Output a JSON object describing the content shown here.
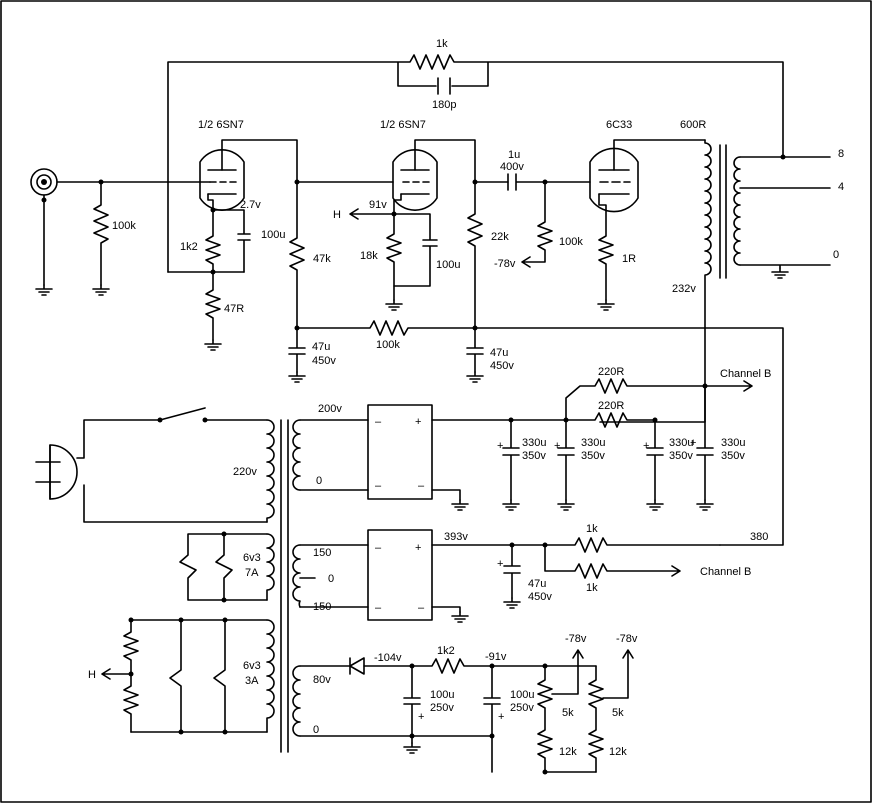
{
  "labels": {
    "fb_r": "1k",
    "fb_c": "180p",
    "v1": "1/2 6SN7",
    "v2": "1/2 6SN7",
    "v3": "6C33",
    "xfmr": "600R",
    "tap8": "8",
    "tap4": "4",
    "tap0": "0",
    "rin": "100k",
    "v27": "2.7v",
    "r1k2": "1k2",
    "c100u_a": "100u",
    "r47r": "47R",
    "r47k": "47k",
    "v91": "91v",
    "h_out": "H",
    "r18k": "18k",
    "c100u_b": "100u",
    "c1u": "1u",
    "c1u_v": "400v",
    "r22k": "22k",
    "r100k_g": "100k",
    "bias": "-78v",
    "r1r": "1R",
    "v232": "232v",
    "c47u_a": "47u",
    "c47u_a_v": "450v",
    "r100k_dec": "100k",
    "c47u_b": "47u",
    "c47u_b_v": "450v",
    "r220_a": "220R",
    "r220_b": "220R",
    "chan_b1": "Channel B",
    "v200": "200v",
    "v220": "220v",
    "sec0": "0",
    "minus": "–",
    "plus": "+",
    "c330_1": "330u",
    "c330_1v": "350v",
    "c330_2": "330u",
    "c330_2v": "350v",
    "c330_3": "330u",
    "c330_3v": "350v",
    "c330_4": "330u",
    "c330_4v": "350v",
    "v150a": "150",
    "v0mid": "0",
    "v150b": "150",
    "v393": "393v",
    "c47u_c": "47u",
    "c47u_c_v": "450v",
    "r1k_a": "1k",
    "r1k_b": "1k",
    "v380": "380",
    "chan_b2": "Channel B",
    "fil1": "6v3",
    "fil1a": "7A",
    "fil2": "6v3",
    "fil2a": "3A",
    "h_in": "H",
    "v80": "80v",
    "v0b": "0",
    "vm104": "-104v",
    "r1k2b": "1k2",
    "vm91": "-91v",
    "c100u_c": "100u",
    "c100u_c_v": "250v",
    "c100u_d": "100u",
    "c100u_d_v": "250v",
    "pot1": "5k",
    "pot2": "5k",
    "r12k_a": "12k",
    "r12k_b": "12k",
    "bias_out1": "-78v",
    "bias_out2": "-78v"
  }
}
